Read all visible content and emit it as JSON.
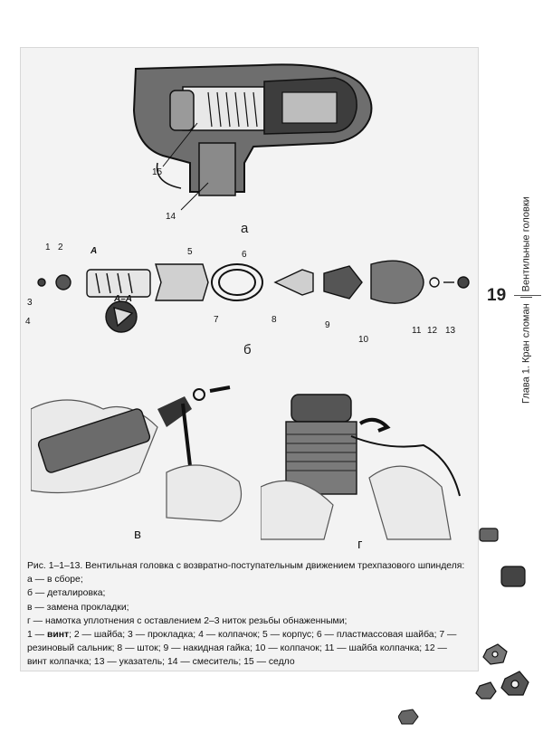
{
  "figure": {
    "panel_a_label": "а",
    "panel_b_label": "б",
    "panel_v_label": "в",
    "panel_g_label": "г",
    "section_mark": "А",
    "section_label": "А–А",
    "callouts_a": [
      "15",
      "14"
    ],
    "callouts_b": [
      "1",
      "2",
      "3",
      "4",
      "5",
      "6",
      "7",
      "8",
      "9",
      "10",
      "11",
      "12",
      "13"
    ]
  },
  "caption": {
    "title": "Рис. 1–1–13. Вентильная головка с возвратно-поступательным движением трехпазового шпинделя:",
    "items": [
      "а — в сборе;",
      "б — деталировка;",
      "в — замена прокладки;",
      "г — намотка уплотнения с оставлением 2–3 ниток резьбы обнаженными;"
    ],
    "legend": [
      {
        "n": "1",
        "t": "винт"
      },
      {
        "n": "2",
        "t": "шайба"
      },
      {
        "n": "3",
        "t": "прокладка"
      },
      {
        "n": "4",
        "t": "колпачок"
      },
      {
        "n": "5",
        "t": "корпус"
      },
      {
        "n": "6",
        "t": "пластмассовая шайба"
      },
      {
        "n": "7",
        "t": "резиновый сальник"
      },
      {
        "n": "8",
        "t": "шток"
      },
      {
        "n": "9",
        "t": "накидная гайка"
      },
      {
        "n": "10",
        "t": "колпачок"
      },
      {
        "n": "11",
        "t": "шайба колпачка"
      },
      {
        "n": "12",
        "t": "винт колпачка"
      },
      {
        "n": "13",
        "t": "указатель"
      },
      {
        "n": "14",
        "t": "смеситель"
      },
      {
        "n": "15",
        "t": "седло"
      }
    ]
  },
  "running_head": {
    "chapter": "Глава 1. Кран сломан",
    "section": "Вентильные головки"
  },
  "page_number": "19"
}
